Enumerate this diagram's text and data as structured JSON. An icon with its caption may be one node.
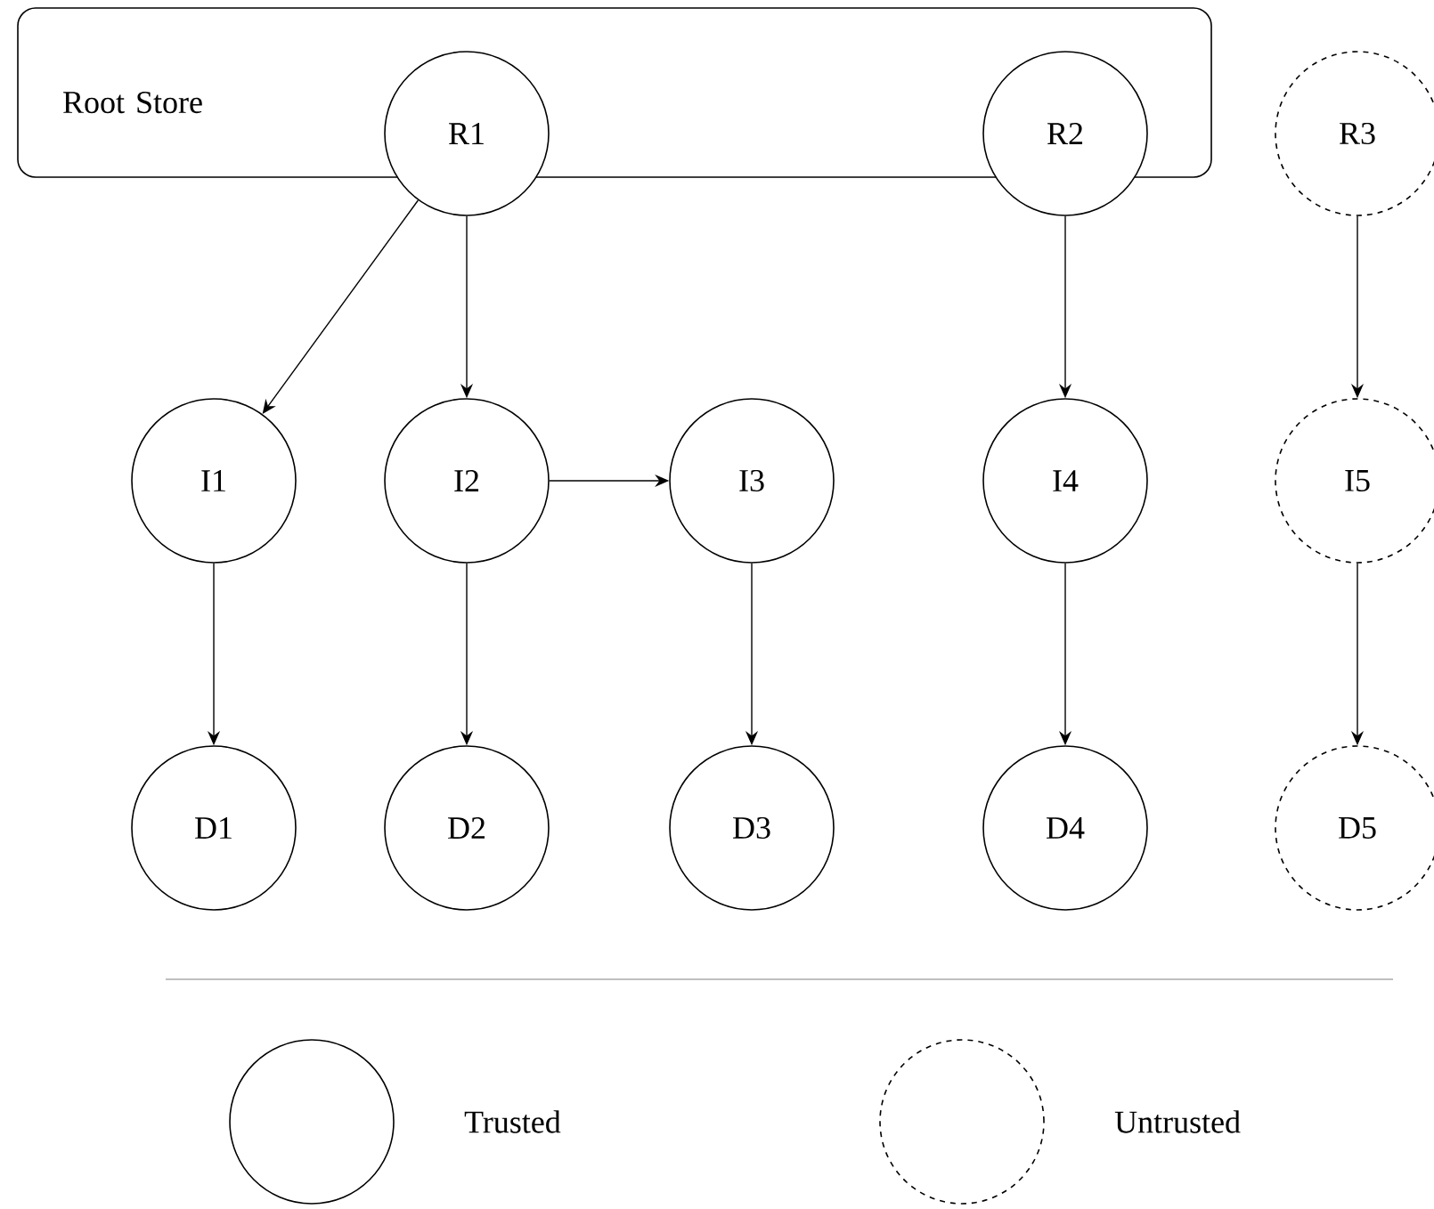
{
  "diagram": {
    "nodes": [
      {
        "text": [
          "Root Store"
        ]
      },
      {
        "text": [
          "R1"
        ]
      },
      {
        "text": [
          "R2"
        ]
      },
      {
        "text": [
          "R3"
        ]
      },
      {
        "text": [
          "I1"
        ]
      },
      {
        "text": [
          "I2"
        ]
      },
      {
        "text": [
          "I3"
        ]
      },
      {
        "text": [
          "I4"
        ]
      },
      {
        "text": [
          "I5"
        ]
      },
      {
        "text": [
          "D1"
        ]
      },
      {
        "text": [
          "D2"
        ]
      },
      {
        "text": [
          "D3"
        ]
      },
      {
        "text": [
          "D4"
        ]
      },
      {
        "text": [
          "D5"
        ]
      }
    ],
    "edges": [
      {
        "from": 1,
        "to": 4,
        "arrow": "to"
      },
      {
        "from": 1,
        "to": 5,
        "arrow": "to"
      },
      {
        "from": 2,
        "to": 7,
        "arrow": "to"
      },
      {
        "from": 3,
        "to": 8,
        "arrow": "to"
      },
      {
        "from": 5,
        "to": 6,
        "arrow": "to"
      },
      {
        "from": 4,
        "to": 9,
        "arrow": "to"
      },
      {
        "from": 5,
        "to": 10,
        "arrow": "to"
      },
      {
        "from": 6,
        "to": 11,
        "arrow": "to"
      },
      {
        "from": 7,
        "to": 12,
        "arrow": "to"
      },
      {
        "from": 8,
        "to": 13,
        "arrow": "to"
      }
    ],
    "legend": [
      {
        "text": "Trusted"
      },
      {
        "text": "Untrusted"
      }
    ]
  }
}
